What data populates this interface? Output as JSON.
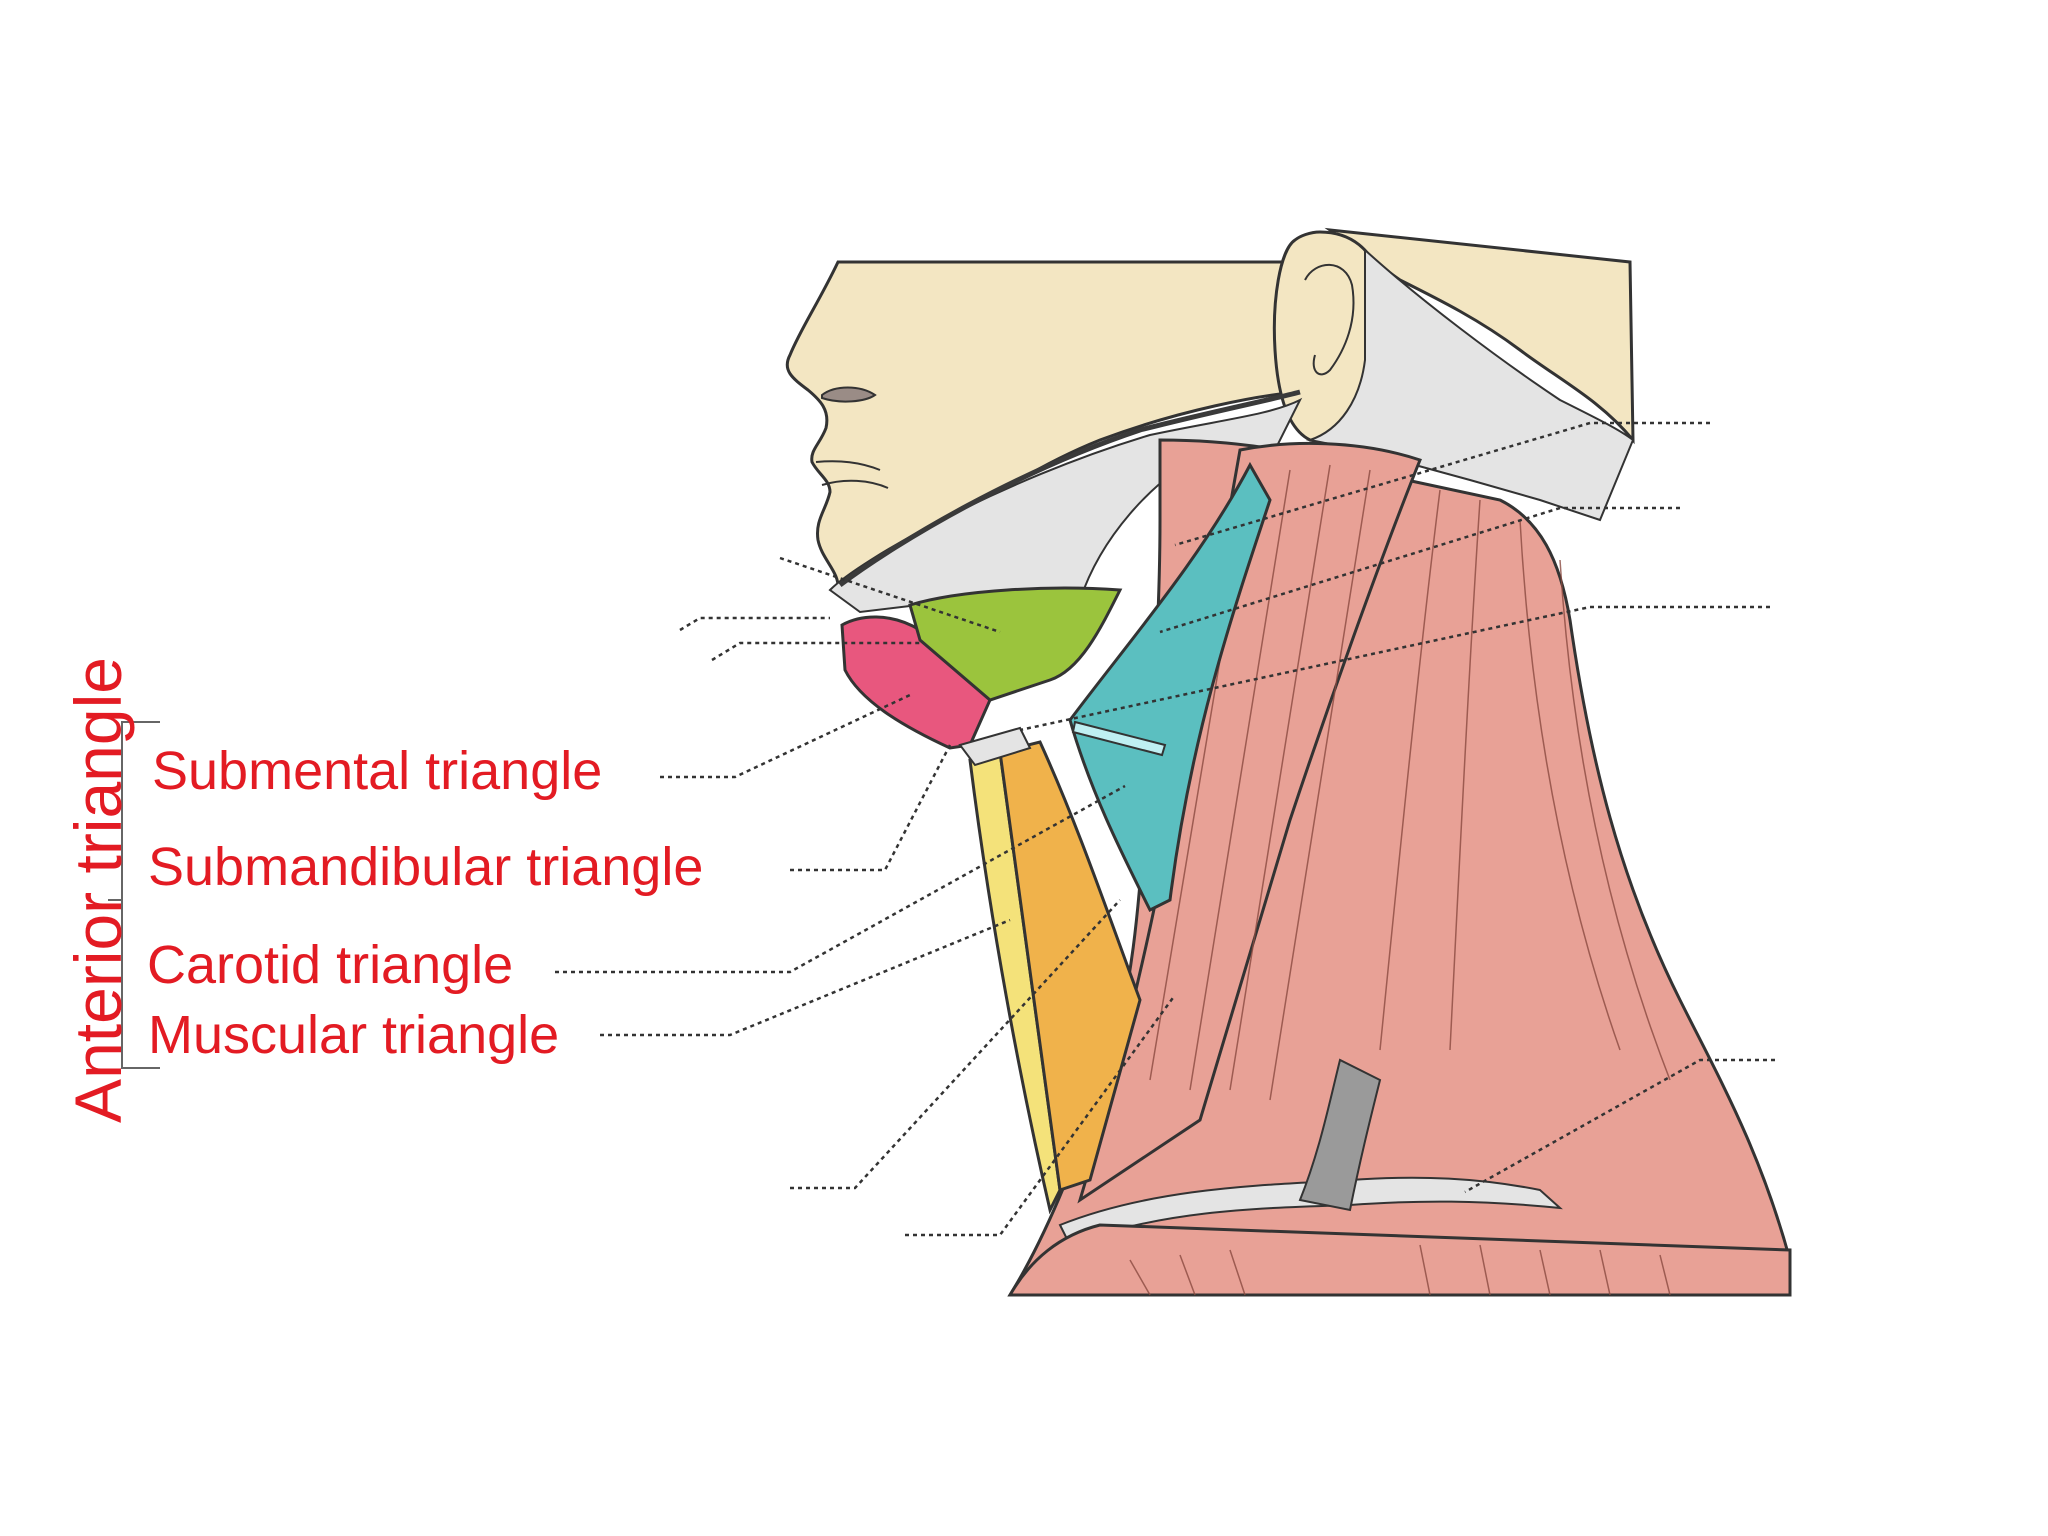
{
  "group_label": "Anterior triangle",
  "triangles": [
    {
      "id": "submental",
      "label": "Submental triangle"
    },
    {
      "id": "submandibular",
      "label": "Submandibular triangle"
    },
    {
      "id": "carotid",
      "label": "Carotid triangle"
    },
    {
      "id": "muscular",
      "label": "Muscular triangle"
    }
  ],
  "colors": {
    "label_red": "#e31b23",
    "skin": "#f3e6c2",
    "fascia_grey": "#e4e4e4",
    "muscle_pink": "#e8a196",
    "submental_pink": "#e8577e",
    "submandibular_green": "#9bc43d",
    "carotid_teal": "#5bbfc0",
    "muscular_yellow": "#f4e27a",
    "muscular_orange": "#f0b24b"
  }
}
